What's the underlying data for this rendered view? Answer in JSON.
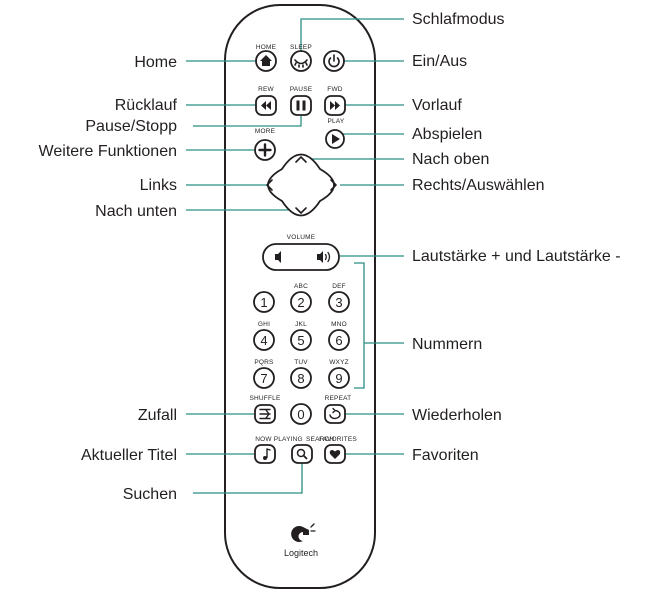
{
  "callouts": {
    "home": "Home",
    "sleep": "Schlafmodus",
    "power": "Ein/Aus",
    "rew": "Rücklauf",
    "fwd": "Vorlauf",
    "pause": "Pause/Stopp",
    "play": "Abspielen",
    "more": "Weitere Funktionen",
    "up": "Nach oben",
    "left": "Links",
    "right": "Rechts/Auswählen",
    "down": "Nach unten",
    "volume": "Lautstärke + und Lautstärke -",
    "numbers": "Nummern",
    "shuffle": "Zufall",
    "repeat": "Wiederholen",
    "now_playing": "Aktueller Titel",
    "favorites": "Favoriten",
    "search": "Suchen"
  },
  "remote_labels": {
    "home": "HOME",
    "sleep": "SLEEP",
    "rew": "REW",
    "pause": "PAUSE",
    "fwd": "FWD",
    "more": "MORE",
    "play": "PLAY",
    "volume": "VOLUME",
    "shuffle": "SHUFFLE",
    "repeat": "REPEAT",
    "now_playing": "NOW PLAYING",
    "search": "SEARCH",
    "favorites": "FAVORITES"
  },
  "keypad": {
    "keys": [
      "1",
      "2",
      "3",
      "4",
      "5",
      "6",
      "7",
      "8",
      "9",
      "0"
    ],
    "letters": [
      "",
      "ABC",
      "DEF",
      "GHI",
      "JKL",
      "MNO",
      "PQRS",
      "TUV",
      "WXYZ"
    ]
  },
  "brand": "Logitech",
  "colors": {
    "leader": "#2a8f82",
    "ink": "#231f20"
  }
}
